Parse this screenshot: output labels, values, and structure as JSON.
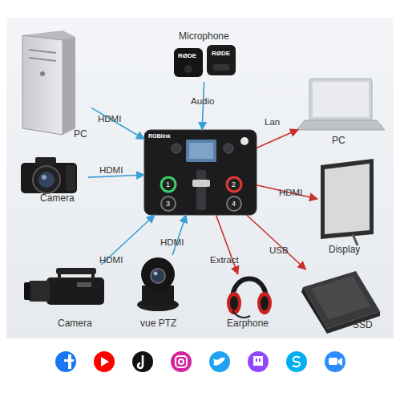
{
  "diagram": {
    "nodes": [
      {
        "text": [
          "Microphone"
        ]
      },
      {
        "text": [
          "PC"
        ]
      },
      {
        "text": [
          "PC"
        ]
      },
      {
        "text": [
          "Camera"
        ]
      },
      {
        "text": [
          "RGBlink"
        ]
      },
      {
        "text": [
          "Display"
        ]
      },
      {
        "text": [
          "Camera"
        ]
      },
      {
        "text": [
          "vue PTZ"
        ]
      },
      {
        "text": [
          "Earphone"
        ]
      },
      {
        "text": [
          "SSD"
        ]
      }
    ],
    "edges": [
      {
        "from": 1,
        "to": 4,
        "label": "HDMI",
        "arrow": "to"
      },
      {
        "from": 0,
        "to": 4,
        "label": "Audio",
        "arrow": "to"
      },
      {
        "from": 3,
        "to": 4,
        "label": "HDMI",
        "arrow": "to"
      },
      {
        "from": 6,
        "to": 4,
        "label": "HDMI",
        "arrow": "to"
      },
      {
        "from": 7,
        "to": 4,
        "label": "HDMI",
        "arrow": "to"
      },
      {
        "from": 4,
        "to": 2,
        "label": "Lan",
        "arrow": "to"
      },
      {
        "from": 4,
        "to": 5,
        "label": "HDMI",
        "arrow": "to"
      },
      {
        "from": 4,
        "to": 8,
        "label": "Extract",
        "arrow": "to"
      },
      {
        "from": 4,
        "to": 9,
        "label": "USB",
        "arrow": "to"
      }
    ],
    "labels": [
      "RØDE",
      "RØDE",
      "1",
      "3",
      "2",
      "4"
    ]
  }
}
